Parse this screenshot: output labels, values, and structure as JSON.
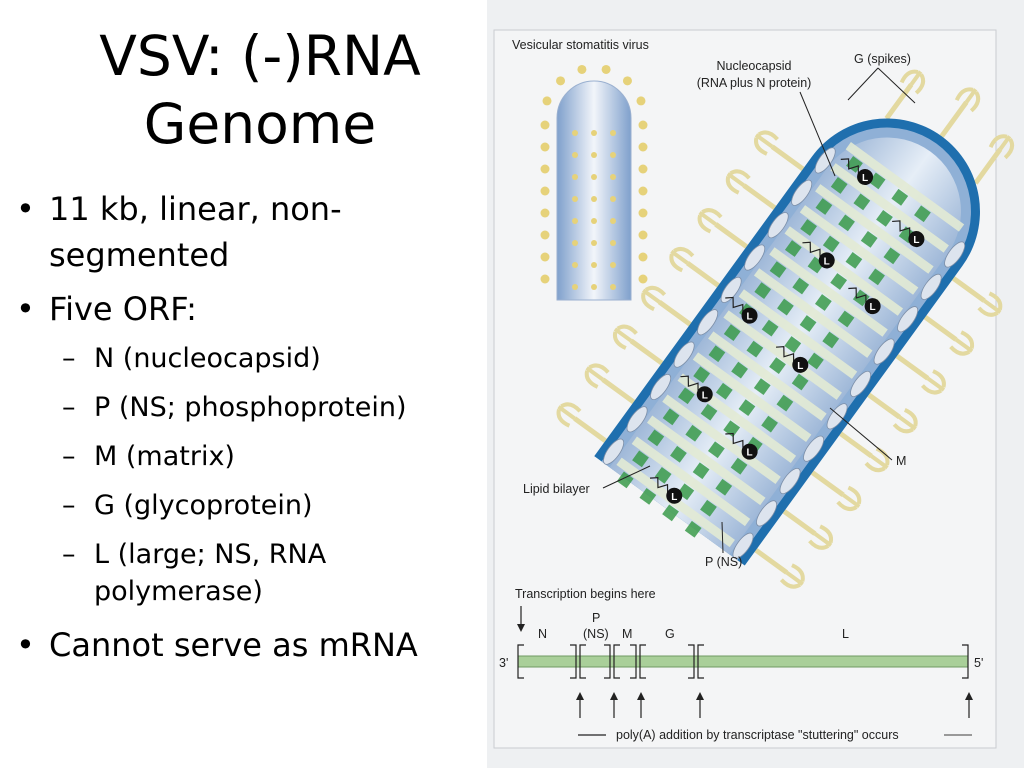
{
  "slide": {
    "title_line1": "VSV:  (-)RNA",
    "title_line2": "Genome",
    "bullets": [
      {
        "level": 1,
        "text": "11 kb, linear, non-segmented"
      },
      {
        "level": 1,
        "text": "Five ORF:"
      },
      {
        "level": 2,
        "text": "N (nucleocapsid)"
      },
      {
        "level": 2,
        "text": "P (NS; phosphoprotein)"
      },
      {
        "level": 2,
        "text": "M (matrix)"
      },
      {
        "level": 2,
        "text": "G (glycoprotein)"
      },
      {
        "level": 2,
        "text": "L (large; NS, RNA polymerase)"
      },
      {
        "level": 1,
        "text": "Cannot serve as mRNA"
      }
    ]
  },
  "figure": {
    "virus_title": "Vesicular stomatitis virus",
    "nucleocapsid_line1": "Nucleocapsid",
    "nucleocapsid_line2": "(RNA plus N protein)",
    "spikes_label": "G (spikes)",
    "m_label": "M",
    "lipid_label": "Lipid bilayer",
    "pns_label": "P (NS)",
    "polymerase_marker": "L",
    "colors": {
      "membrane": "#1f6fae",
      "capsid_fill": "#b9cde4",
      "rna_green": "#3a9a4a",
      "spike": "#e3d9a0"
    }
  },
  "genome_map": {
    "transcription_label": "Transcription begins here",
    "end_3": "3'",
    "end_5": "5'",
    "genes": [
      "N",
      "P",
      "(NS)",
      "M",
      "G",
      "L"
    ],
    "polya_caption": "poly(A) addition by transcriptase \"stuttering\" occurs"
  }
}
